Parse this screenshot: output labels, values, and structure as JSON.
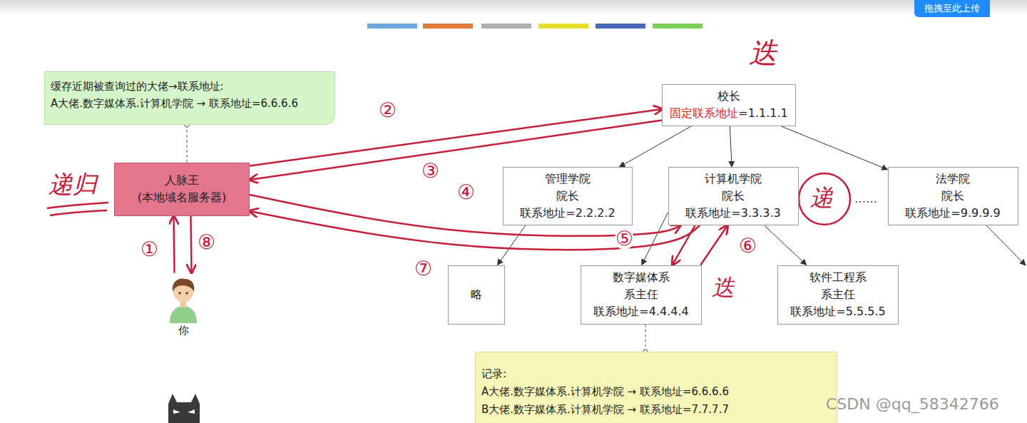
{
  "diagram": {
    "nodes": [
      {
        "text": [
          "缓存近期被查询过的大佬→联系地址:",
          "A大佬.数字媒体系.计算机学院 → 联系地址=6.6.6.6"
        ]
      },
      {
        "text": [
          "人脉王",
          "(本地域名服务器)"
        ]
      },
      {
        "text": [
          "校长",
          "固定联系地址",
          "=1.1.1.1"
        ]
      },
      {
        "text": [
          "管理学院",
          "院长",
          "联系地址=2.2.2.2"
        ]
      },
      {
        "text": [
          "计算机学院",
          "院长",
          "联系地址=3.3.3.3"
        ]
      },
      {
        "text": [
          "法学院",
          "院长",
          "联系地址=9.9.9.9"
        ]
      },
      {
        "text": [
          "略"
        ]
      },
      {
        "text": [
          "数字媒体系",
          "系主任",
          "联系地址=4.4.4.4"
        ]
      },
      {
        "text": [
          "软件工程系",
          "系主任",
          "联系地址=5.5.5.5"
        ]
      },
      {
        "text": [
          "记录:",
          "A大佬.数字媒体系.计算机学院 → 联系地址=6.6.6.6",
          "B大佬.数字媒体系.计算机学院 → 联系地址=7.7.7.7"
        ]
      },
      {
        "text": [
          "你"
        ]
      }
    ],
    "edges": [
      {
        "from": 0,
        "to": 1,
        "arrow": "none"
      },
      {
        "from": 2,
        "to": 3,
        "arrow": "to"
      },
      {
        "from": 2,
        "to": 4,
        "arrow": "to"
      },
      {
        "from": 2,
        "to": 5,
        "arrow": "to"
      },
      {
        "from": 3,
        "to": 6,
        "arrow": "to"
      },
      {
        "from": 4,
        "to": 7,
        "arrow": "to"
      },
      {
        "from": 4,
        "to": 8,
        "arrow": "to"
      },
      {
        "from": 7,
        "to": 9,
        "arrow": "none"
      },
      {
        "from": 10,
        "to": 1,
        "arrow": "to",
        "label": "①"
      },
      {
        "from": 1,
        "to": 2,
        "arrow": "to",
        "label": "②"
      },
      {
        "from": 2,
        "to": 1,
        "arrow": "to",
        "label": "③"
      },
      {
        "from": 1,
        "to": 4,
        "arrow": "to",
        "label": "④"
      },
      {
        "from": 4,
        "to": 7,
        "arrow": "to",
        "label": "⑤"
      },
      {
        "from": 7,
        "to": 4,
        "arrow": "to",
        "label": "⑥"
      },
      {
        "from": 4,
        "to": 1,
        "arrow": "to",
        "label": "⑦"
      },
      {
        "from": 1,
        "to": 10,
        "arrow": "to",
        "label": "⑧"
      }
    ],
    "labels": [
      "迭",
      "递归",
      "递",
      "……",
      "迭",
      "CSDN @qq_58342766",
      "拖拽至此上传"
    ]
  }
}
